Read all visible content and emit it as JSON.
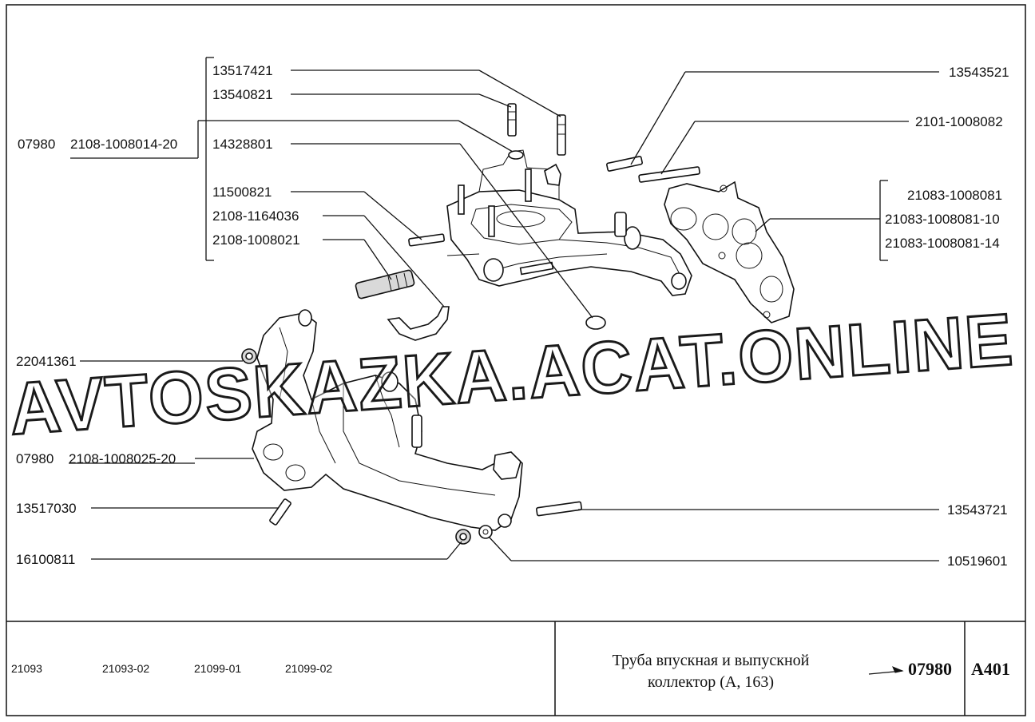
{
  "labels": {
    "p13517421": "13517421",
    "p13540821": "13540821",
    "p14328801": "14328801",
    "p11500821": "11500821",
    "p2108_1164036": "2108-1164036",
    "p2108_1008021": "2108-1008021",
    "p07980_a": "07980",
    "p2108_1008014_20": "2108-1008014-20",
    "p13543521": "13543521",
    "p2101_1008082": "2101-1008082",
    "p21083_1008081": "21083-1008081",
    "p21083_1008081_10": "21083-1008081-10",
    "p21083_1008081_14": "21083-1008081-14",
    "p22041361": "22041361",
    "p07980_b": "07980",
    "p2108_1008025_20": "2108-1008025-20",
    "p13517030": "13517030",
    "p16100811": "16100811",
    "p13543721": "13543721",
    "p10519601": "10519601"
  },
  "watermark": "AVTOSKAZKA.ACAT.ONLINE",
  "footer": {
    "models": [
      "21093",
      "21093-02",
      "21099-01",
      "21099-02"
    ],
    "title_line1": "Труба впускная и выпускной",
    "title_line2": "коллектор (А, 163)",
    "group_code": "07980",
    "sheet_code": "А401"
  }
}
